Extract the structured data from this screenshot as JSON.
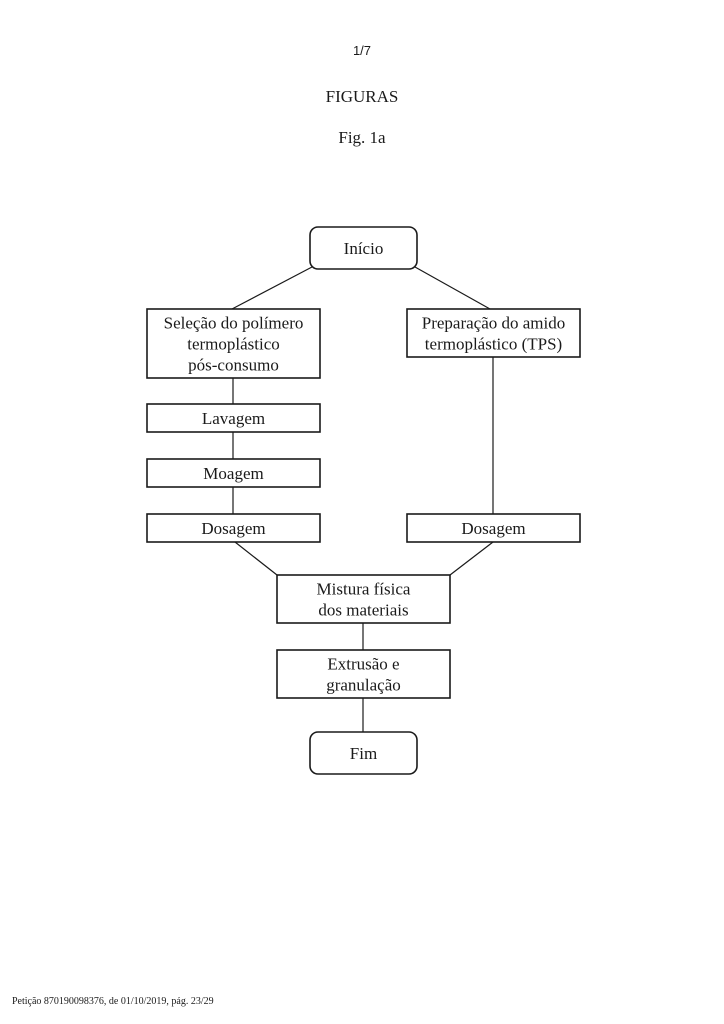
{
  "page": {
    "number": "1/7",
    "heading": "FIGURAS",
    "figure_label": "Fig. 1a",
    "footer": "Petição 870190098376, de 01/10/2019, pág. 23/29"
  },
  "flowchart": {
    "nodes": [
      {
        "id": "inicio",
        "lines": [
          "Início"
        ]
      },
      {
        "id": "selecao",
        "lines": [
          "Seleção do polímero",
          "termoplástico",
          "pós-consumo"
        ]
      },
      {
        "id": "preparacao",
        "lines": [
          "Preparação do amido",
          "termoplástico (TPS)"
        ]
      },
      {
        "id": "lavagem",
        "lines": [
          "Lavagem"
        ]
      },
      {
        "id": "moagem",
        "lines": [
          "Moagem"
        ]
      },
      {
        "id": "dosagem-left",
        "lines": [
          "Dosagem"
        ]
      },
      {
        "id": "dosagem-right",
        "lines": [
          "Dosagem"
        ]
      },
      {
        "id": "mistura",
        "lines": [
          "Mistura física",
          "dos materiais"
        ]
      },
      {
        "id": "extrusao",
        "lines": [
          "Extrusão e",
          "granulação"
        ]
      },
      {
        "id": "fim",
        "lines": [
          "Fim"
        ]
      }
    ],
    "edges": [
      [
        "inicio",
        "selecao"
      ],
      [
        "inicio",
        "preparacao"
      ],
      [
        "selecao",
        "lavagem"
      ],
      [
        "lavagem",
        "moagem"
      ],
      [
        "moagem",
        "dosagem-left"
      ],
      [
        "preparacao",
        "dosagem-right"
      ],
      [
        "dosagem-left",
        "mistura"
      ],
      [
        "dosagem-right",
        "mistura"
      ],
      [
        "mistura",
        "extrusao"
      ],
      [
        "extrusao",
        "fim"
      ]
    ]
  }
}
